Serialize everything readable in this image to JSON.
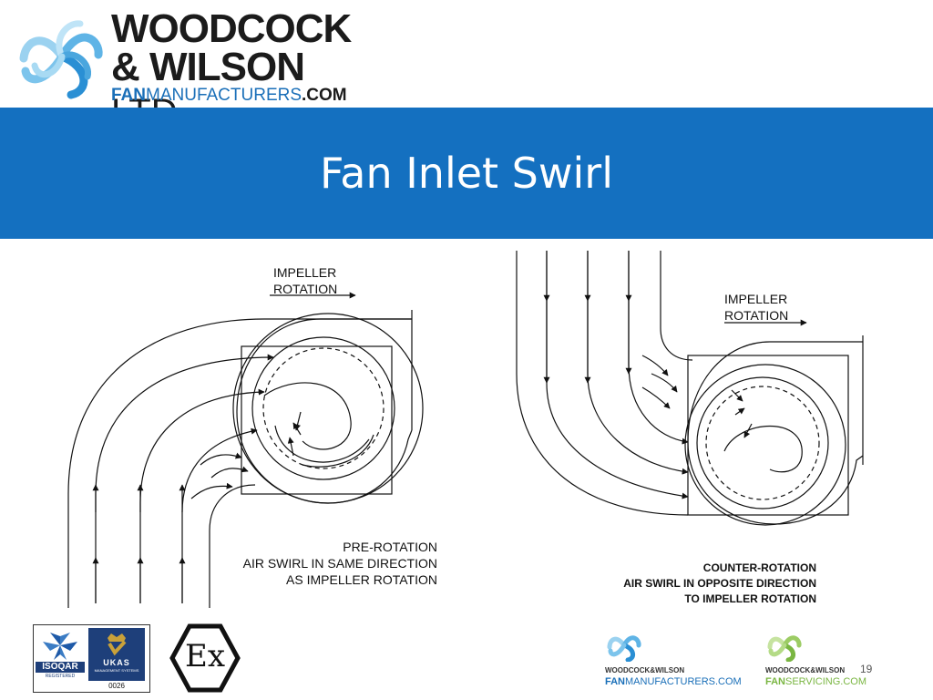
{
  "header": {
    "logo_line1": "WOODCOCK",
    "logo_line2_main": "& WILSON",
    "logo_line2_ltd": "LTD",
    "logo_web_fan": "FAN",
    "logo_web_mid": "MANUFACTURERS",
    "logo_web_com": ".COM"
  },
  "title": "Fan Inlet Swirl",
  "diagram_left": {
    "label_line1": "IMPELLER",
    "label_line2": "ROTATION",
    "caption_line1": "PRE-ROTATION",
    "caption_line2": "AIR SWIRL IN SAME DIRECTION",
    "caption_line3": "AS IMPELLER ROTATION"
  },
  "diagram_right": {
    "label_line1": "IMPELLER",
    "label_line2": "ROTATION",
    "caption_line1": "COUNTER-ROTATION",
    "caption_line2": "AIR SWIRL IN OPPOSITE DIRECTION",
    "caption_line3": "TO IMPELLER ROTATION"
  },
  "footer": {
    "isoqar_label": "ISOQAR",
    "isoqar_sub": "REGISTERED",
    "ukas_label": "UKAS",
    "ukas_sub": "MANAGEMENT SYSTEMS",
    "ukas_number": "0026",
    "ex_symbol": "Ex",
    "logo1_name": "WOODCOCK&WILSON",
    "logo1_web_a": "FAN",
    "logo1_web_b": "MANUFACTURERS.COM",
    "logo2_name": "WOODCOCK&WILSON",
    "logo2_web_a": "FAN",
    "logo2_web_b": "SERVICING.COM",
    "page_number": "19"
  },
  "colors": {
    "band": "#1470c0",
    "brand_blue": "#1a6fb8",
    "brand_green": "#7ab642"
  }
}
